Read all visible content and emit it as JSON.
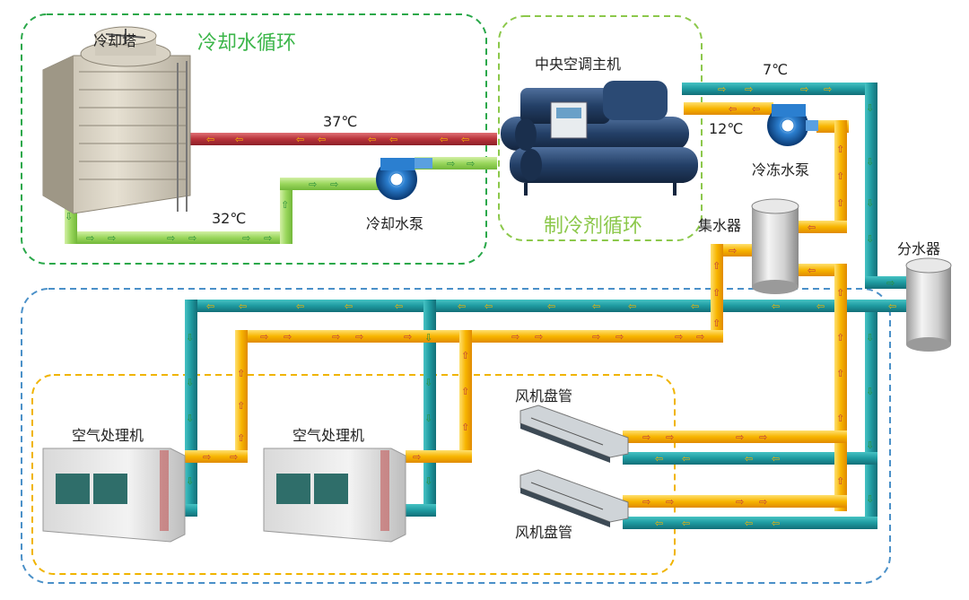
{
  "labels": {
    "cooling_tower": "冷却塔",
    "cooling_cycle": "冷却水循环",
    "chiller": "中央空调主机",
    "refrigerant_cycle": "制冷剂循环",
    "temp_37": "37℃",
    "temp_32": "32℃",
    "temp_7": "7℃",
    "temp_12": "12℃",
    "cooling_pump": "冷却水泵",
    "chilled_pump": "冷冻水泵",
    "collector": "集水器",
    "distributor": "分水器",
    "ahu_1": "空气处理机",
    "ahu_2": "空气处理机",
    "fcu_1": "风机盘管",
    "fcu_2": "风机盘管"
  },
  "colors": {
    "cooling_cycle_text": "#3cb64a",
    "refrigerant_cycle_text": "#8cc84b",
    "hot_pipe": "#c0393f",
    "cool_return_pipe": "#8fd14f",
    "chilled_supply_pipe": "#1e9aa0",
    "chilled_return_pipe": "#f5b400",
    "cooling_loop_border": "#2aa84a",
    "refrigerant_loop_border": "#8cc84b",
    "chilled_loop_border": "#4a90c8",
    "terminal_loop_border": "#f0b400"
  }
}
